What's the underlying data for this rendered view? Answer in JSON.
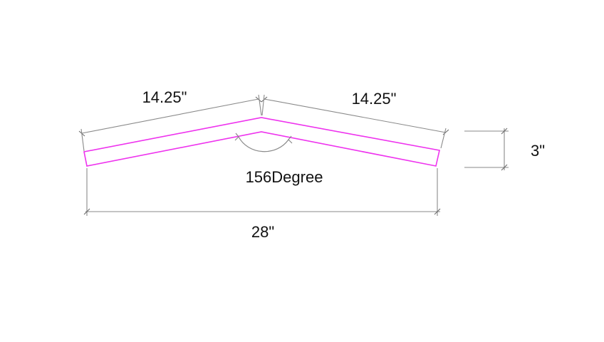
{
  "dimensions": {
    "left_segment": "14.25\"",
    "right_segment": "14.25\"",
    "overall_width": "28\"",
    "thickness": "3\"",
    "angle": "156Degree"
  },
  "colors": {
    "part_outline": "#ee33ee",
    "dimension_lines": "#8a8a8a",
    "text": "#111111"
  }
}
